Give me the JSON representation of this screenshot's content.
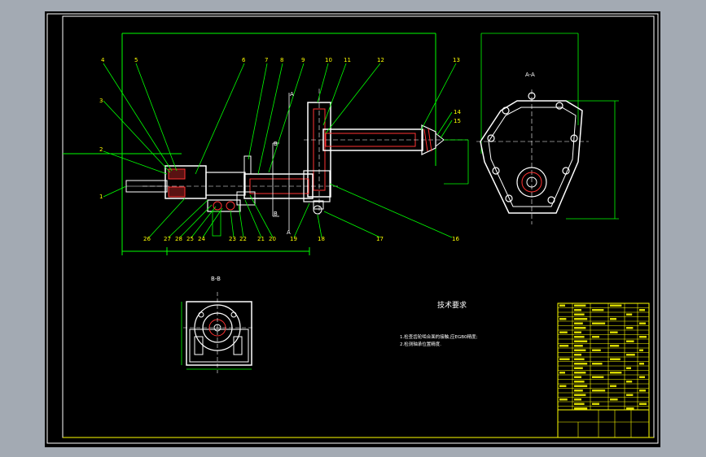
{
  "colors": {
    "background": "#000000",
    "border": "#ffffff",
    "leader": "#00ff00",
    "part_label": "#ffff00",
    "part_edge": "#ffffff",
    "hatch": "#ff3333",
    "centerline": "#ffffff",
    "title_text": "#ffff00"
  },
  "drawing": {
    "part_numbers_top": [
      "4",
      "5",
      "6",
      "7",
      "8",
      "9",
      "10",
      "11",
      "12",
      "13"
    ],
    "part_numbers_left": [
      "3",
      "2",
      "1"
    ],
    "part_numbers_bottom": [
      "26",
      "27",
      "28",
      "25",
      "24",
      "23",
      "22",
      "21",
      "20",
      "19",
      "18",
      "17",
      "16"
    ],
    "part_numbers_right": [
      "14",
      "15"
    ],
    "section_marker_a": "A",
    "section_marker_b": "B",
    "section_aa_label": "A-A",
    "section_bb_label": "B-B"
  },
  "technical_requirements": {
    "heading": "技术要求",
    "line_1": "1.检查齿轮啮合面的接触,应EGB0精度;",
    "line_2": "2.检测轴承位置精度."
  }
}
